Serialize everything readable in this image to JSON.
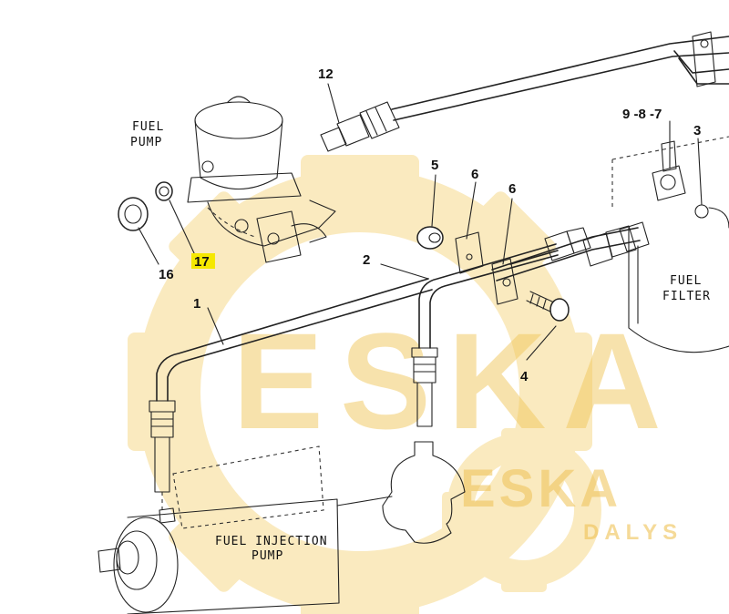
{
  "diagram": {
    "components": {
      "fuel_pump": [
        "FUEL",
        "PUMP"
      ],
      "fuel_filter": [
        "FUEL",
        "FILTER"
      ],
      "injection_pump": [
        "FUEL INJECTION",
        "PUMP"
      ]
    },
    "parts": {
      "p1": "1",
      "p2": "2",
      "p3": "3",
      "p4": "4",
      "p5": "5",
      "p6a": "6",
      "p6b": "6",
      "p9": "9 -8 -7",
      "p12": "12",
      "p16": "16",
      "p17": "17"
    },
    "highlight_color": "#f5e800"
  },
  "watermark": {
    "brand": "ESKA",
    "sub": "DALYS",
    "color": "#f3c552"
  }
}
